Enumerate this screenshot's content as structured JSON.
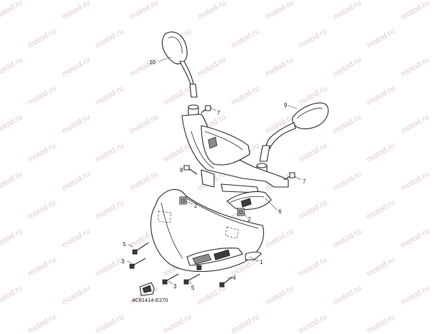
{
  "watermark_text": "motod.ru",
  "diagram_code": "4C61414-E270",
  "part_labels": {
    "mirror_left": "10",
    "mirror_right": "9",
    "screw_top": "7",
    "screw_right": "7",
    "screw_left": "8",
    "nut_left": "2",
    "nut_center": "2",
    "bracket": "6",
    "cover": "1",
    "bolt_5_left": "5",
    "bolt_3_left": "3",
    "bolt_3_bottom": "3",
    "bolt_5_bottom": "5",
    "bolt_4": "4"
  },
  "colors": {
    "watermark": "#e4c9c9",
    "ink": "#222222"
  }
}
